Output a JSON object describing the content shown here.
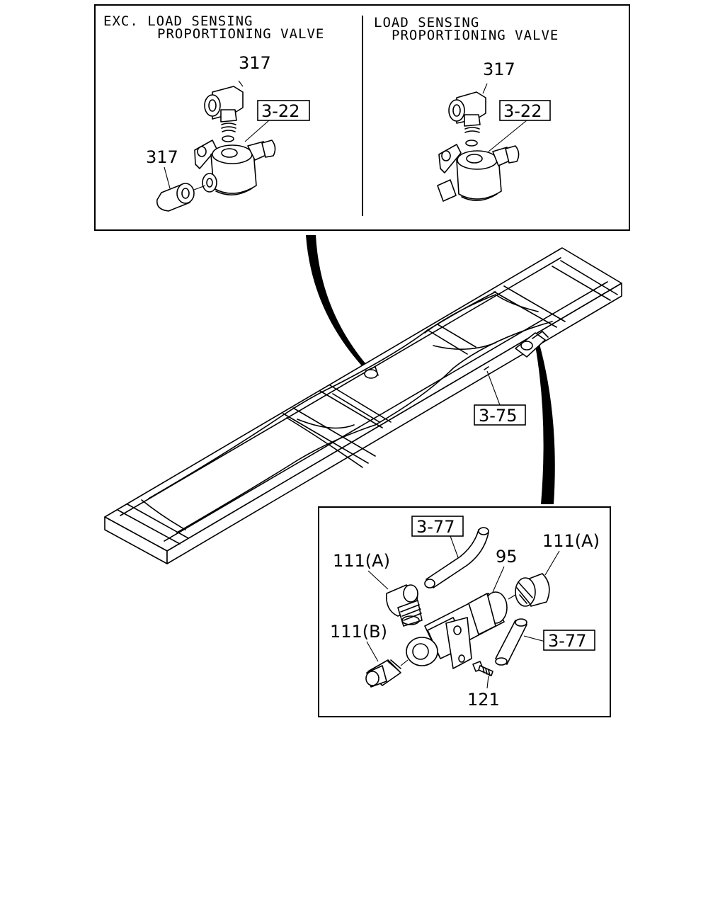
{
  "top_panel": {
    "left_header_line1": "EXC. LOAD SENSING",
    "left_header_line2": "PROPORTIONING VALVE",
    "right_header_line1": "LOAD SENSING",
    "right_header_line2": "PROPORTIONING VALVE",
    "left_callout_elbow": "317",
    "left_ref": "3-22",
    "left_callout_plug": "317",
    "right_callout_elbow": "317",
    "right_ref": "3-22"
  },
  "frame": {
    "ref": "3-75"
  },
  "bottom_panel": {
    "ref_hose_top": "3-77",
    "callout_left_elbow": "111(A)",
    "callout_valve": "95",
    "callout_right_elbow": "111(A)",
    "callout_connector": "111(B)",
    "ref_hose_right": "3-77",
    "callout_bolt": "121"
  }
}
